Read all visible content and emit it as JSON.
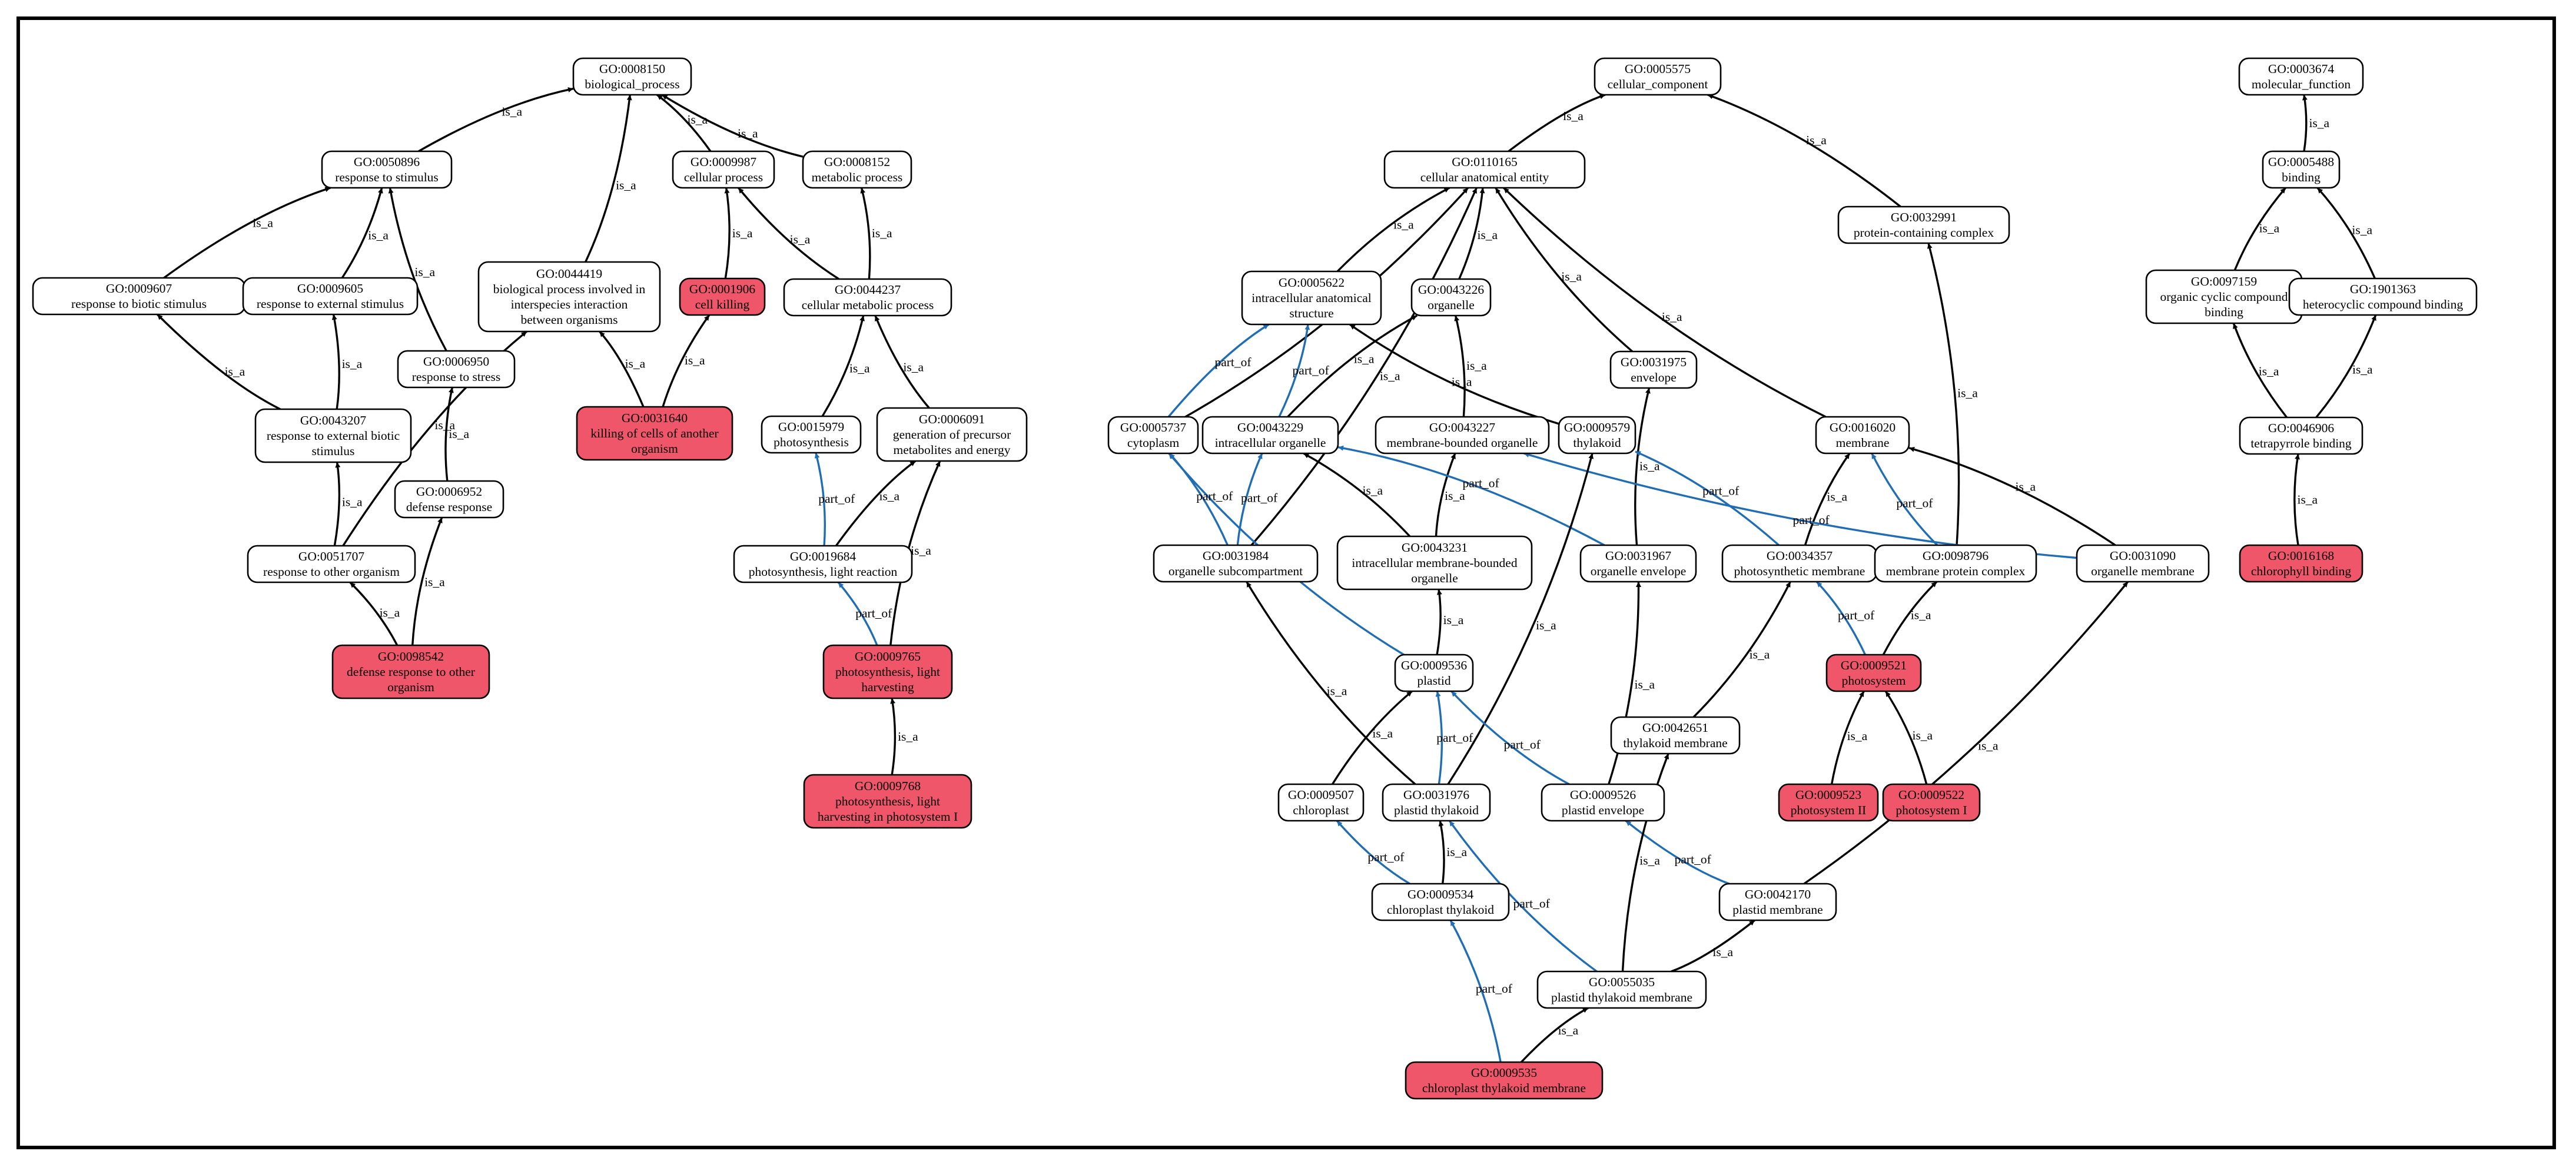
{
  "colors": {
    "highlight_fill": "#F0566A",
    "node_fill": "#FFFFFF",
    "is_a_edge": "#000000",
    "part_of_edge": "#1F6DB4"
  },
  "nodes": [
    {
      "id": "GO:0008150",
      "lines": [
        "GO:0008150",
        "biological_process"
      ],
      "highlight": false
    },
    {
      "id": "GO:0050896",
      "lines": [
        "GO:0050896",
        "response to stimulus"
      ],
      "highlight": false
    },
    {
      "id": "GO:0009987",
      "lines": [
        "GO:0009987",
        "cellular process"
      ],
      "highlight": false
    },
    {
      "id": "GO:0008152",
      "lines": [
        "GO:0008152",
        "metabolic process"
      ],
      "highlight": false
    },
    {
      "id": "GO:0009607",
      "lines": [
        "GO:0009607",
        "response to biotic stimulus"
      ],
      "highlight": false
    },
    {
      "id": "GO:0009605",
      "lines": [
        "GO:0009605",
        "response to external stimulus"
      ],
      "highlight": false
    },
    {
      "id": "GO:0044419",
      "lines": [
        "GO:0044419",
        "biological process involved in",
        "interspecies interaction",
        "between organisms"
      ],
      "highlight": false
    },
    {
      "id": "GO:0001906",
      "lines": [
        "GO:0001906",
        "cell killing"
      ],
      "highlight": true
    },
    {
      "id": "GO:0044237",
      "lines": [
        "GO:0044237",
        "cellular metabolic process"
      ],
      "highlight": false
    },
    {
      "id": "GO:0006950",
      "lines": [
        "GO:0006950",
        "response to stress"
      ],
      "highlight": false
    },
    {
      "id": "GO:0043207",
      "lines": [
        "GO:0043207",
        "response to external biotic",
        "stimulus"
      ],
      "highlight": false
    },
    {
      "id": "GO:0031640",
      "lines": [
        "GO:0031640",
        "killing of cells of another",
        "organism"
      ],
      "highlight": true
    },
    {
      "id": "GO:0015979",
      "lines": [
        "GO:0015979",
        "photosynthesis"
      ],
      "highlight": false
    },
    {
      "id": "GO:0006091",
      "lines": [
        "GO:0006091",
        "generation of precursor",
        "metabolites and energy"
      ],
      "highlight": false
    },
    {
      "id": "GO:0006952",
      "lines": [
        "GO:0006952",
        "defense response"
      ],
      "highlight": false
    },
    {
      "id": "GO:0051707",
      "lines": [
        "GO:0051707",
        "response to other organism"
      ],
      "highlight": false
    },
    {
      "id": "GO:0019684",
      "lines": [
        "GO:0019684",
        "photosynthesis, light reaction"
      ],
      "highlight": false
    },
    {
      "id": "GO:0098542",
      "lines": [
        "GO:0098542",
        "defense response to other",
        "organism"
      ],
      "highlight": true
    },
    {
      "id": "GO:0009765",
      "lines": [
        "GO:0009765",
        "photosynthesis, light",
        "harvesting"
      ],
      "highlight": true
    },
    {
      "id": "GO:0009768",
      "lines": [
        "GO:0009768",
        "photosynthesis, light",
        "harvesting in photosystem I"
      ],
      "highlight": true
    },
    {
      "id": "GO:0005575",
      "lines": [
        "GO:0005575",
        "cellular_component"
      ],
      "highlight": false
    },
    {
      "id": "GO:0110165",
      "lines": [
        "GO:0110165",
        "cellular anatomical entity"
      ],
      "highlight": false
    },
    {
      "id": "GO:0032991",
      "lines": [
        "GO:0032991",
        "protein-containing complex"
      ],
      "highlight": false
    },
    {
      "id": "GO:0005622",
      "lines": [
        "GO:0005622",
        "intracellular anatomical",
        "structure"
      ],
      "highlight": false
    },
    {
      "id": "GO:0043226",
      "lines": [
        "GO:0043226",
        "organelle"
      ],
      "highlight": false
    },
    {
      "id": "GO:0031975",
      "lines": [
        "GO:0031975",
        "envelope"
      ],
      "highlight": false
    },
    {
      "id": "GO:0005737",
      "lines": [
        "GO:0005737",
        "cytoplasm"
      ],
      "highlight": false
    },
    {
      "id": "GO:0043229",
      "lines": [
        "GO:0043229",
        "intracellular organelle"
      ],
      "highlight": false
    },
    {
      "id": "GO:0043227",
      "lines": [
        "GO:0043227",
        "membrane-bounded organelle"
      ],
      "highlight": false
    },
    {
      "id": "GO:0009579",
      "lines": [
        "GO:0009579",
        "thylakoid"
      ],
      "highlight": false
    },
    {
      "id": "GO:0016020",
      "lines": [
        "GO:0016020",
        "membrane"
      ],
      "highlight": false
    },
    {
      "id": "GO:0031984",
      "lines": [
        "GO:0031984",
        "organelle subcompartment"
      ],
      "highlight": false
    },
    {
      "id": "GO:0043231",
      "lines": [
        "GO:0043231",
        "intracellular membrane-bounded",
        "organelle"
      ],
      "highlight": false
    },
    {
      "id": "GO:0031967",
      "lines": [
        "GO:0031967",
        "organelle envelope"
      ],
      "highlight": false
    },
    {
      "id": "GO:0034357",
      "lines": [
        "GO:0034357",
        "photosynthetic membrane"
      ],
      "highlight": false
    },
    {
      "id": "GO:0098796",
      "lines": [
        "GO:0098796",
        "membrane protein complex"
      ],
      "highlight": false
    },
    {
      "id": "GO:0031090",
      "lines": [
        "GO:0031090",
        "organelle membrane"
      ],
      "highlight": false
    },
    {
      "id": "GO:0009536",
      "lines": [
        "GO:0009536",
        "plastid"
      ],
      "highlight": false
    },
    {
      "id": "GO:0009521",
      "lines": [
        "GO:0009521",
        "photosystem"
      ],
      "highlight": true
    },
    {
      "id": "GO:0042651",
      "lines": [
        "GO:0042651",
        "thylakoid membrane"
      ],
      "highlight": false
    },
    {
      "id": "GO:0009507",
      "lines": [
        "GO:0009507",
        "chloroplast"
      ],
      "highlight": false
    },
    {
      "id": "GO:0031976",
      "lines": [
        "GO:0031976",
        "plastid thylakoid"
      ],
      "highlight": false
    },
    {
      "id": "GO:0009526",
      "lines": [
        "GO:0009526",
        "plastid envelope"
      ],
      "highlight": false
    },
    {
      "id": "GO:0009523",
      "lines": [
        "GO:0009523",
        "photosystem II"
      ],
      "highlight": true
    },
    {
      "id": "GO:0009522",
      "lines": [
        "GO:0009522",
        "photosystem I"
      ],
      "highlight": true
    },
    {
      "id": "GO:0009534",
      "lines": [
        "GO:0009534",
        "chloroplast thylakoid"
      ],
      "highlight": false
    },
    {
      "id": "GO:0042170",
      "lines": [
        "GO:0042170",
        "plastid membrane"
      ],
      "highlight": false
    },
    {
      "id": "GO:0055035",
      "lines": [
        "GO:0055035",
        "plastid thylakoid membrane"
      ],
      "highlight": false
    },
    {
      "id": "GO:0009535",
      "lines": [
        "GO:0009535",
        "chloroplast thylakoid membrane"
      ],
      "highlight": true
    },
    {
      "id": "GO:0003674",
      "lines": [
        "GO:0003674",
        "molecular_function"
      ],
      "highlight": false
    },
    {
      "id": "GO:0005488",
      "lines": [
        "GO:0005488",
        "binding"
      ],
      "highlight": false
    },
    {
      "id": "GO:0097159",
      "lines": [
        "GO:0097159",
        "organic cyclic compound",
        "binding"
      ],
      "highlight": false
    },
    {
      "id": "GO:1901363",
      "lines": [
        "GO:1901363",
        "heterocyclic compound binding"
      ],
      "highlight": false
    },
    {
      "id": "GO:0046906",
      "lines": [
        "GO:0046906",
        "tetrapyrrole binding"
      ],
      "highlight": false
    },
    {
      "id": "GO:0016168",
      "lines": [
        "GO:0016168",
        "chlorophyll binding"
      ],
      "highlight": true
    }
  ],
  "edges": [
    {
      "from": "GO:0050896",
      "to": "GO:0008150",
      "type": "is_a"
    },
    {
      "from": "GO:0009987",
      "to": "GO:0008150",
      "type": "is_a"
    },
    {
      "from": "GO:0008152",
      "to": "GO:0008150",
      "type": "is_a"
    },
    {
      "from": "GO:0044419",
      "to": "GO:0008150",
      "type": "is_a"
    },
    {
      "from": "GO:0009607",
      "to": "GO:0050896",
      "type": "is_a"
    },
    {
      "from": "GO:0009605",
      "to": "GO:0050896",
      "type": "is_a"
    },
    {
      "from": "GO:0006950",
      "to": "GO:0050896",
      "type": "is_a"
    },
    {
      "from": "GO:0001906",
      "to": "GO:0009987",
      "type": "is_a"
    },
    {
      "from": "GO:0044237",
      "to": "GO:0009987",
      "type": "is_a"
    },
    {
      "from": "GO:0044237",
      "to": "GO:0008152",
      "type": "is_a"
    },
    {
      "from": "GO:0043207",
      "to": "GO:0009607",
      "type": "is_a"
    },
    {
      "from": "GO:0043207",
      "to": "GO:0009605",
      "type": "is_a"
    },
    {
      "from": "GO:0006952",
      "to": "GO:0006950",
      "type": "is_a"
    },
    {
      "from": "GO:0051707",
      "to": "GO:0043207",
      "type": "is_a"
    },
    {
      "from": "GO:0051707",
      "to": "GO:0044419",
      "type": "is_a"
    },
    {
      "from": "GO:0031640",
      "to": "GO:0044419",
      "type": "is_a"
    },
    {
      "from": "GO:0031640",
      "to": "GO:0001906",
      "type": "is_a"
    },
    {
      "from": "GO:0015979",
      "to": "GO:0044237",
      "type": "is_a"
    },
    {
      "from": "GO:0006091",
      "to": "GO:0044237",
      "type": "is_a"
    },
    {
      "from": "GO:0098542",
      "to": "GO:0051707",
      "type": "is_a"
    },
    {
      "from": "GO:0098542",
      "to": "GO:0006952",
      "type": "is_a"
    },
    {
      "from": "GO:0019684",
      "to": "GO:0015979",
      "type": "part_of"
    },
    {
      "from": "GO:0019684",
      "to": "GO:0006091",
      "type": "is_a"
    },
    {
      "from": "GO:0009765",
      "to": "GO:0019684",
      "type": "part_of"
    },
    {
      "from": "GO:0009765",
      "to": "GO:0006091",
      "type": "is_a"
    },
    {
      "from": "GO:0009768",
      "to": "GO:0009765",
      "type": "is_a"
    },
    {
      "from": "GO:0110165",
      "to": "GO:0005575",
      "type": "is_a"
    },
    {
      "from": "GO:0032991",
      "to": "GO:0005575",
      "type": "is_a"
    },
    {
      "from": "GO:0005622",
      "to": "GO:0110165",
      "type": "is_a"
    },
    {
      "from": "GO:0043226",
      "to": "GO:0110165",
      "type": "is_a"
    },
    {
      "from": "GO:0031975",
      "to": "GO:0110165",
      "type": "is_a"
    },
    {
      "from": "GO:0005737",
      "to": "GO:0110165",
      "type": "is_a"
    },
    {
      "from": "GO:0016020",
      "to": "GO:0110165",
      "type": "is_a"
    },
    {
      "from": "GO:0031984",
      "to": "GO:0110165",
      "type": "is_a"
    },
    {
      "from": "GO:0005737",
      "to": "GO:0005622",
      "type": "part_of"
    },
    {
      "from": "GO:0043229",
      "to": "GO:0005622",
      "type": "part_of"
    },
    {
      "from": "GO:0043229",
      "to": "GO:0043226",
      "type": "is_a"
    },
    {
      "from": "GO:0043227",
      "to": "GO:0043226",
      "type": "is_a"
    },
    {
      "from": "GO:0009579",
      "to": "GO:0005622",
      "type": "is_a"
    },
    {
      "from": "GO:0031984",
      "to": "GO:0005737",
      "type": "part_of"
    },
    {
      "from": "GO:0031984",
      "to": "GO:0043229",
      "type": "part_of"
    },
    {
      "from": "GO:0043231",
      "to": "GO:0043229",
      "type": "is_a"
    },
    {
      "from": "GO:0043231",
      "to": "GO:0043227",
      "type": "is_a"
    },
    {
      "from": "GO:0031967",
      "to": "GO:0043229",
      "type": "part_of"
    },
    {
      "from": "GO:0031967",
      "to": "GO:0031975",
      "type": "is_a"
    },
    {
      "from": "GO:0034357",
      "to": "GO:0009579",
      "type": "part_of"
    },
    {
      "from": "GO:0034357",
      "to": "GO:0016020",
      "type": "is_a"
    },
    {
      "from": "GO:0098796",
      "to": "GO:0032991",
      "type": "is_a"
    },
    {
      "from": "GO:0098796",
      "to": "GO:0016020",
      "type": "part_of"
    },
    {
      "from": "GO:0031090",
      "to": "GO:0016020",
      "type": "is_a"
    },
    {
      "from": "GO:0031090",
      "to": "GO:0043227",
      "type": "part_of"
    },
    {
      "from": "GO:0009536",
      "to": "GO:0043231",
      "type": "is_a"
    },
    {
      "from": "GO:0009536",
      "to": "GO:0005737",
      "type": "part_of"
    },
    {
      "from": "GO:0009521",
      "to": "GO:0034357",
      "type": "part_of"
    },
    {
      "from": "GO:0009521",
      "to": "GO:0098796",
      "type": "is_a"
    },
    {
      "from": "GO:0042651",
      "to": "GO:0034357",
      "type": "is_a"
    },
    {
      "from": "GO:0009507",
      "to": "GO:0009536",
      "type": "is_a"
    },
    {
      "from": "GO:0031976",
      "to": "GO:0009536",
      "type": "part_of"
    },
    {
      "from": "GO:0031976",
      "to": "GO:0031984",
      "type": "is_a"
    },
    {
      "from": "GO:0031976",
      "to": "GO:0009579",
      "type": "is_a"
    },
    {
      "from": "GO:0009526",
      "to": "GO:0009536",
      "type": "part_of"
    },
    {
      "from": "GO:0009526",
      "to": "GO:0031967",
      "type": "is_a"
    },
    {
      "from": "GO:0009523",
      "to": "GO:0009521",
      "type": "is_a"
    },
    {
      "from": "GO:0009522",
      "to": "GO:0009521",
      "type": "is_a"
    },
    {
      "from": "GO:0009534",
      "to": "GO:0009507",
      "type": "part_of"
    },
    {
      "from": "GO:0009534",
      "to": "GO:0031976",
      "type": "is_a"
    },
    {
      "from": "GO:0042170",
      "to": "GO:0009526",
      "type": "part_of"
    },
    {
      "from": "GO:0042170",
      "to": "GO:0031090",
      "type": "is_a"
    },
    {
      "from": "GO:0055035",
      "to": "GO:0042651",
      "type": "is_a"
    },
    {
      "from": "GO:0055035",
      "to": "GO:0042170",
      "type": "is_a"
    },
    {
      "from": "GO:0055035",
      "to": "GO:0031976",
      "type": "part_of"
    },
    {
      "from": "GO:0009535",
      "to": "GO:0009534",
      "type": "part_of"
    },
    {
      "from": "GO:0009535",
      "to": "GO:0055035",
      "type": "is_a"
    },
    {
      "from": "GO:0005488",
      "to": "GO:0003674",
      "type": "is_a"
    },
    {
      "from": "GO:0097159",
      "to": "GO:0005488",
      "type": "is_a"
    },
    {
      "from": "GO:1901363",
      "to": "GO:0005488",
      "type": "is_a"
    },
    {
      "from": "GO:0046906",
      "to": "GO:0097159",
      "type": "is_a"
    },
    {
      "from": "GO:0046906",
      "to": "GO:1901363",
      "type": "is_a"
    },
    {
      "from": "GO:0016168",
      "to": "GO:0046906",
      "type": "is_a"
    }
  ]
}
